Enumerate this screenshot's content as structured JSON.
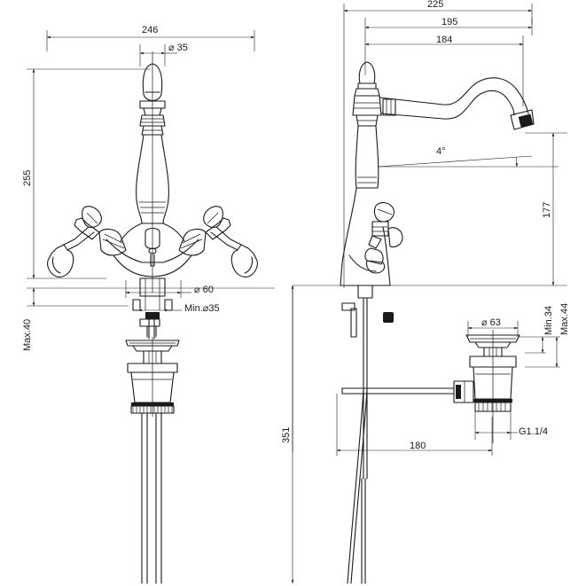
{
  "diagram": {
    "front_view": {
      "dim_overall_width": "246",
      "dim_knob_diameter": "⌀ 35",
      "dim_height": "255",
      "dim_base_diameter": "⌀ 60",
      "dim_hole_min": "Min.⌀35",
      "dim_deck_max": "Max.40"
    },
    "side_view": {
      "dim_total_reach": "225",
      "dim_spout_reach": "195",
      "dim_outlet_reach": "184",
      "dim_angle": "4°",
      "dim_spout_height": "177",
      "dim_below_deck": "351",
      "dim_rod_length": "180"
    },
    "waste": {
      "dim_plug_diameter": "⌀ 63",
      "dim_min": "Min.34",
      "dim_max": "Max.44",
      "dim_thread": "G1.1/4"
    }
  }
}
